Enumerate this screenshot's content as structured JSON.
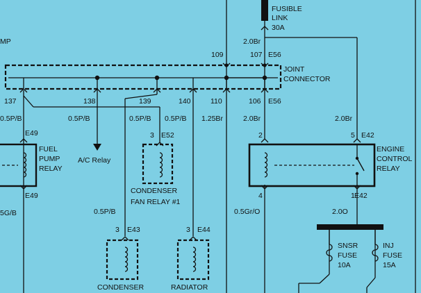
{
  "colors": {
    "background": "#7ecfe4",
    "line": "#111111"
  },
  "labels": {
    "mp": "MP",
    "fusible_1": "FUSIBLE",
    "fusible_2": "LINK",
    "fusible_amp": "30A",
    "joint_1": "JOINT",
    "joint_2": "CONNECTOR",
    "w_2_0br_top": "2.0Br",
    "pin_109": "109",
    "pin_107": "107",
    "e56_top": "E56",
    "pin_137": "137",
    "pin_138": "138",
    "pin_139": "139",
    "pin_140": "140",
    "pin_110": "110",
    "pin_106": "106",
    "e56_bottom": "E56",
    "w_05pb_a": "0.5P/B",
    "w_05pb_b": "0.5P/B",
    "w_05pb_c": "0.5P/B",
    "w_05pb_d": "0.5P/B",
    "w_125br": "1.25Br",
    "w_20br_left": "2.0Br",
    "w_20br_right": "2.0Br",
    "e49_top": "E49",
    "e49_bottom": "E49",
    "fuel_1": "FUEL",
    "fuel_2": "PUMP",
    "fuel_3": "RELAY",
    "w_5gb": "5G/B",
    "ac_relay": "A/C Relay",
    "pin3_e52": "3",
    "e52": "E52",
    "cond_fan_1": "CONDENSER",
    "cond_fan_2": "FAN RELAY #1",
    "pin2_ecr": "2",
    "pin5_ecr": "5",
    "e42_top": "E42",
    "ecr_1": "ENGINE",
    "ecr_2": "CONTROL",
    "ecr_3": "RELAY",
    "pin4_ecr": "4",
    "pin1_ecr": "1",
    "e42_bottom": "E42",
    "w_05gro": "0.5Gr/O",
    "w_20o": "2.0O",
    "pin3_e43": "3",
    "e43": "E43",
    "pin3_e44": "3",
    "e44": "E44",
    "condenser": "CONDENSER",
    "radiator": "RADIATOR",
    "snsr_1": "SNSR",
    "snsr_2": "FUSE",
    "snsr_3": "10A",
    "inj_1": "INJ",
    "inj_2": "FUSE",
    "inj_3": "15A"
  }
}
